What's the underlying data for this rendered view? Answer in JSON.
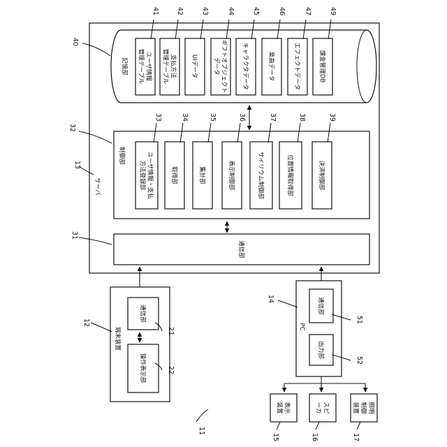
{
  "server": {
    "ref": "13",
    "label": "サーバ",
    "storage": {
      "ref": "40",
      "label": "記憶部",
      "items": [
        {
          "ref": "41",
          "label": "ユーザ情報\n管理テーブル"
        },
        {
          "ref": "42",
          "label": "支払方法\n管理テーブル"
        },
        {
          "ref": "43",
          "label": "UIデータ"
        },
        {
          "ref": "44",
          "label": "ギフトオブジェクト\nデータ"
        },
        {
          "ref": "45",
          "label": "キャラクタデータ"
        },
        {
          "ref": "46",
          "label": "楽曲データ"
        },
        {
          "ref": "47",
          "label": "エフェクトデータ"
        },
        {
          "ref": "49",
          "label": "課金管理DB"
        }
      ]
    },
    "control": {
      "ref": "32",
      "label": "制御部",
      "units": [
        {
          "ref": "33",
          "label": "ユーザ情報・支払\n方法登録部"
        },
        {
          "ref": "34",
          "label": "取得部"
        },
        {
          "ref": "35",
          "label": "集計部"
        },
        {
          "ref": "36",
          "label": "表示制御部"
        },
        {
          "ref": "37",
          "label": "サイリウム制御部"
        },
        {
          "ref": "38",
          "label": "位置情報取得部"
        },
        {
          "ref": "39",
          "label": "決済制御部"
        }
      ]
    },
    "comm": {
      "ref": "31",
      "label": "通信部"
    }
  },
  "terminal": {
    "ref": "12",
    "label": "端末装置",
    "comm": {
      "ref": "21",
      "label": "通信部"
    },
    "ops": {
      "ref": "22",
      "label": "操作表示部"
    }
  },
  "pc": {
    "ref": "14",
    "label": "PC",
    "comm": {
      "ref": "51",
      "label": "通信部"
    },
    "output": {
      "ref": "52",
      "label": "出力部"
    }
  },
  "outputs": [
    {
      "ref": "15",
      "label": "表示\n装置"
    },
    {
      "ref": "16",
      "label": "スピ\nーカ"
    },
    {
      "ref": "17",
      "label": "照明\n制御\n装置"
    }
  ],
  "system_ref": "11"
}
